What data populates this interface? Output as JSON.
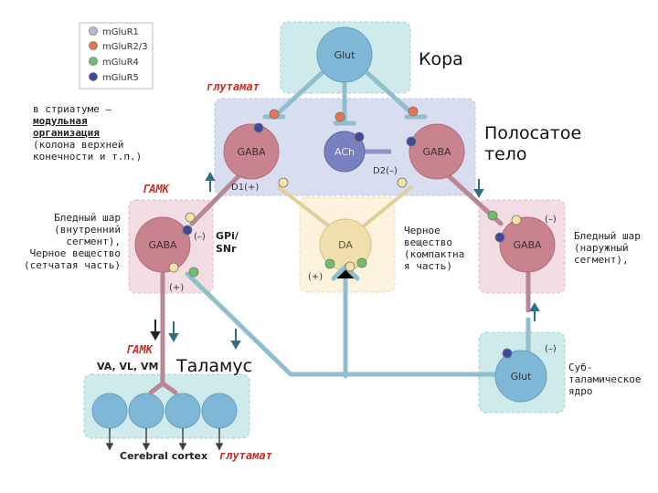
{
  "legend": [
    {
      "label": "mGluR1",
      "color": "#b9b9cf"
    },
    {
      "label": "mGluR2/3",
      "color": "#e8734f"
    },
    {
      "label": "mGluR4",
      "color": "#6fbf6a"
    },
    {
      "label": "mGluR5",
      "color": "#3b4a9c"
    }
  ],
  "regions": {
    "cortex": "Кора",
    "striatum_line1": "Полосатое",
    "striatum_line2": "тело",
    "thalamus": "Таламус",
    "gpe_lines": [
      "Бледный шар",
      "(наружный",
      "сегмент),"
    ],
    "gpi_lines": [
      "Бледный шар",
      "(внутренний",
      "сегмент),",
      "Черное вещество",
      "(сетчатая часть)"
    ],
    "snc_lines": [
      "Черное",
      "вещество",
      "(компактна",
      "я часть)"
    ],
    "stn_lines": [
      "Суб-",
      "таламическое",
      "ядро"
    ],
    "striatum_note": [
      "в стриатуме –",
      "модульная",
      "организация",
      "(колона верхней",
      "конечности и т.п.)"
    ]
  },
  "transmitters": {
    "glutamate_top": "глутамат",
    "gaba_left": "ГАМК",
    "gaba_bottom": "ГАМК",
    "glutamate_bottom": "глутамат"
  },
  "neurons": {
    "glut_cortex": "Glut",
    "gaba_d1": "GABA",
    "ach": "ACh",
    "gaba_d2": "GABA",
    "gaba_gpi": "GABA",
    "da": "DA",
    "gaba_gpe": "GABA",
    "glut_stn": "Glut",
    "thal_1": "",
    "thal_2": "",
    "thal_3": "",
    "thal_4": ""
  },
  "labels": {
    "d1": "D1(+)",
    "d2": "D2(–)",
    "gpi_snr_1": "GPi/",
    "gpi_snr_2": "SNr",
    "gpi_minus": "(–)",
    "gpi_plus": "(+)",
    "da_plus": "(+)",
    "gpe_minus": "(–)",
    "stn_minus": "(–)",
    "thalamus_nuclei": "VA, VL, VM",
    "cerebral_cortex": "Cerebral cortex"
  }
}
